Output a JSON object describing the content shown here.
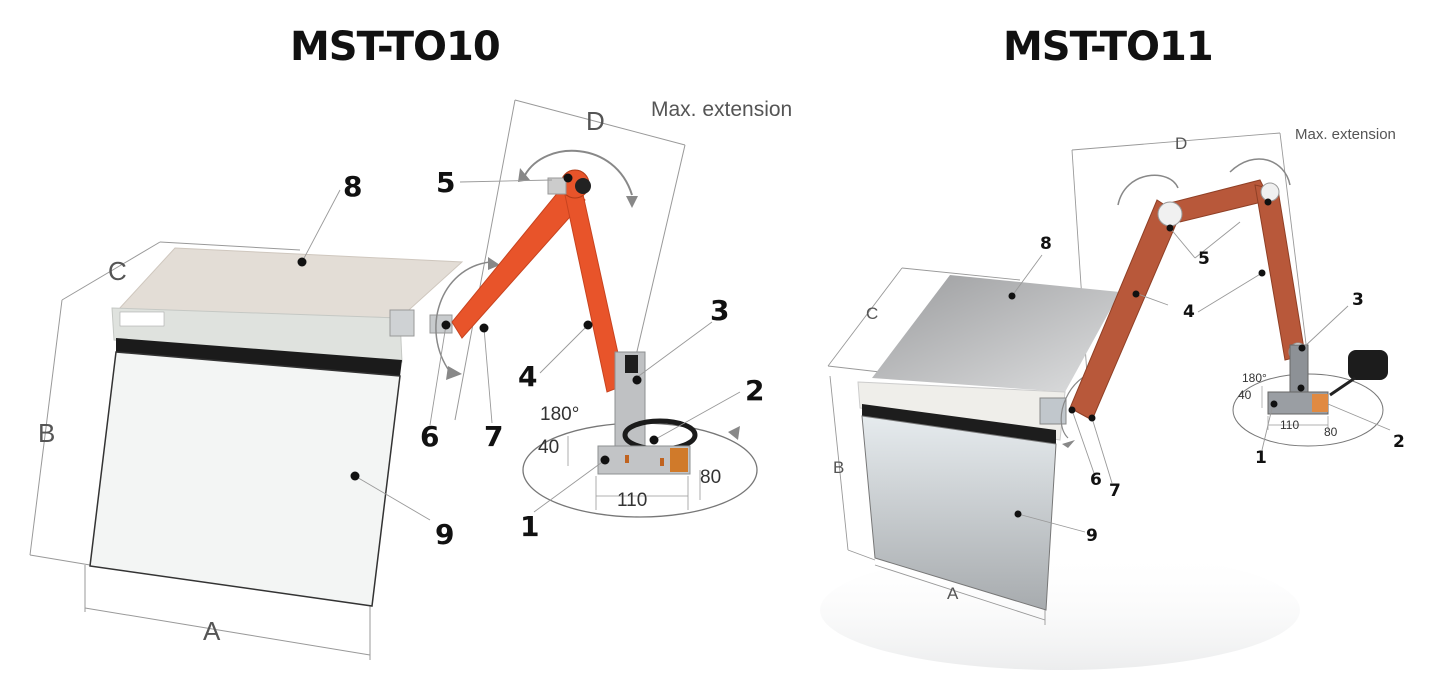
{
  "diagrams": [
    {
      "model": "MST-TO10",
      "max_extension_label": "Max. extension",
      "dimension_labels": {
        "A": "A",
        "B": "B",
        "C": "C",
        "D": "D"
      },
      "base_dimensions": {
        "rotation": "180°",
        "height": "40",
        "width": "110",
        "depth": "80"
      },
      "callouts": [
        "1",
        "2",
        "3",
        "4",
        "5",
        "6",
        "7",
        "8",
        "9"
      ],
      "arm_color": "#e8542a"
    },
    {
      "model": "MST-TO11",
      "max_extension_label": "Max. extension",
      "dimension_labels": {
        "A": "A",
        "B": "B",
        "C": "C",
        "D": "D"
      },
      "base_dimensions": {
        "rotation": "180°",
        "height": "40",
        "width": "110",
        "depth": "80"
      },
      "callouts": [
        "1",
        "2",
        "3",
        "4",
        "5",
        "6",
        "7",
        "8",
        "9"
      ],
      "arm_color": "#b8583a"
    }
  ]
}
